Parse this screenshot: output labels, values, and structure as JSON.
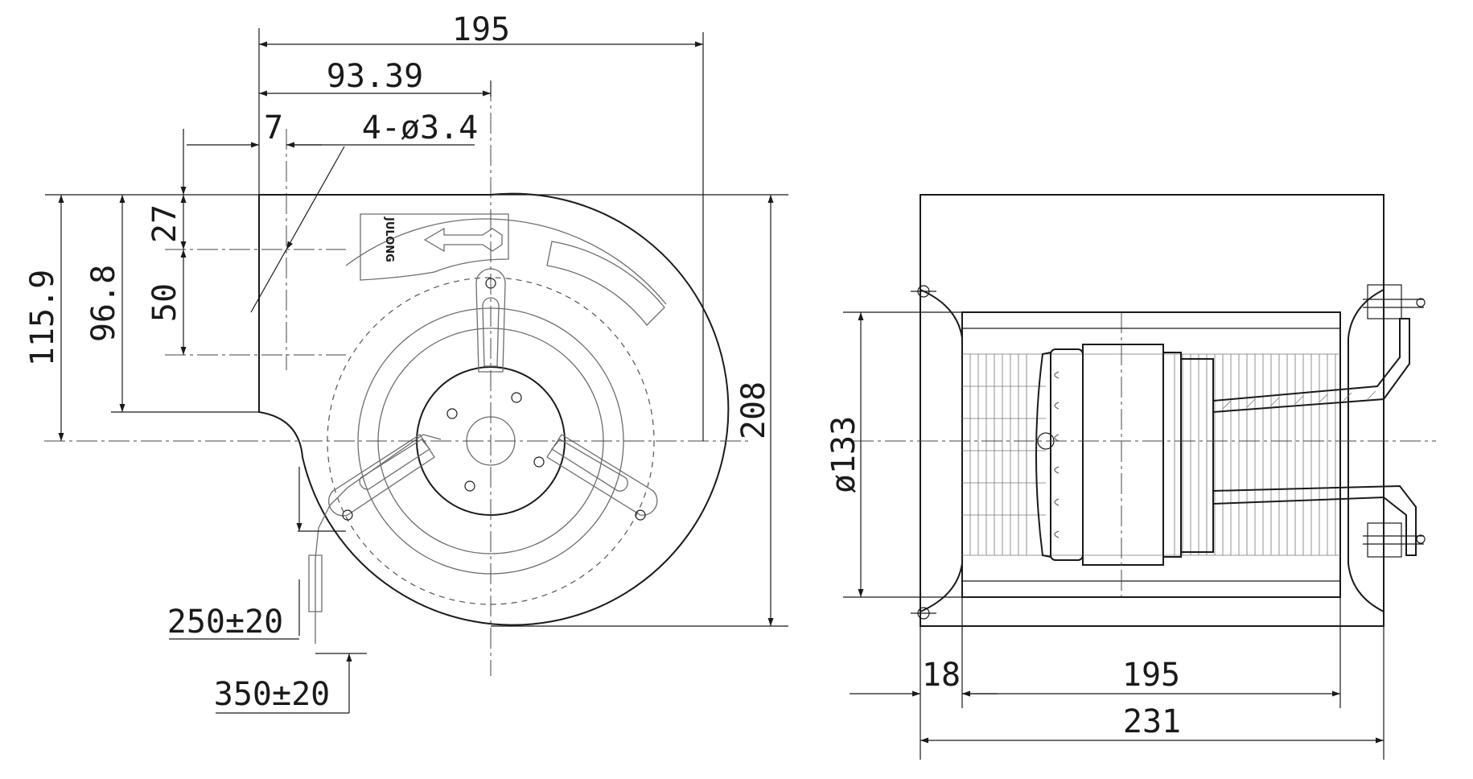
{
  "dimensions": {
    "overall_width_front": "195",
    "center_offset": "93.39",
    "hole_offset": "7",
    "mounting_holes": "4-ø3.4",
    "hole_spacing_a": "27",
    "hole_spacing_b": "50",
    "outlet_height": "96.8",
    "center_height": "115.9",
    "overall_height": "208",
    "lead_length_a": "250±20",
    "lead_length_b": "350±20",
    "impeller_diameter": "ø133",
    "side_offset": "18",
    "impeller_width": "195",
    "overall_depth": "231"
  },
  "logo": {
    "brand": "JULONG"
  }
}
